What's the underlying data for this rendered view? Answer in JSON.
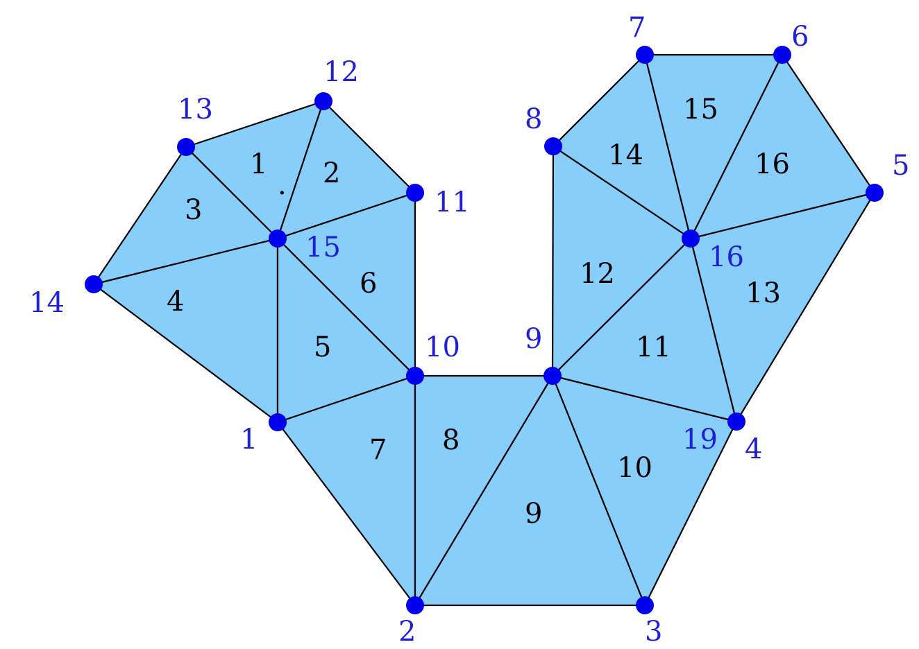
{
  "colors": {
    "element_fill": "#87cefa",
    "edge": "#000000",
    "node": "#0000ee",
    "node_label": "#1f1fd8",
    "element_label": "#000000"
  },
  "nodes": [
    {
      "id": "1",
      "label": "1"
    },
    {
      "id": "2",
      "label": "2"
    },
    {
      "id": "3",
      "label": "3"
    },
    {
      "id": "4",
      "label": "4"
    },
    {
      "id": "5",
      "label": "5"
    },
    {
      "id": "6",
      "label": "6"
    },
    {
      "id": "7",
      "label": "7"
    },
    {
      "id": "8",
      "label": "8"
    },
    {
      "id": "9",
      "label": "9"
    },
    {
      "id": "10",
      "label": "10"
    },
    {
      "id": "11",
      "label": "11"
    },
    {
      "id": "12",
      "label": "12"
    },
    {
      "id": "13",
      "label": "13"
    },
    {
      "id": "14",
      "label": "14"
    },
    {
      "id": "15",
      "label": "15"
    },
    {
      "id": "16",
      "label": "16"
    },
    {
      "id": "19",
      "label": "19"
    }
  ],
  "elements": [
    {
      "label": "1",
      "nodes": [
        "13",
        "12",
        "15"
      ]
    },
    {
      "label": "2",
      "nodes": [
        "12",
        "11",
        "15"
      ]
    },
    {
      "label": "3",
      "nodes": [
        "14",
        "13",
        "15"
      ]
    },
    {
      "label": "4",
      "nodes": [
        "14",
        "15",
        "1"
      ]
    },
    {
      "label": "5",
      "nodes": [
        "1",
        "15",
        "10"
      ]
    },
    {
      "label": "6",
      "nodes": [
        "15",
        "11",
        "10"
      ]
    },
    {
      "label": "7",
      "nodes": [
        "1",
        "10",
        "2"
      ]
    },
    {
      "label": "8",
      "nodes": [
        "2",
        "10",
        "9"
      ]
    },
    {
      "label": "9",
      "nodes": [
        "2",
        "9",
        "3"
      ]
    },
    {
      "label": "10",
      "nodes": [
        "3",
        "9",
        "4"
      ]
    },
    {
      "label": "11",
      "nodes": [
        "9",
        "16",
        "4"
      ]
    },
    {
      "label": "12",
      "nodes": [
        "8",
        "16",
        "9"
      ]
    },
    {
      "label": "13",
      "nodes": [
        "4",
        "16",
        "5"
      ]
    },
    {
      "label": "14",
      "nodes": [
        "8",
        "7",
        "16"
      ]
    },
    {
      "label": "15",
      "nodes": [
        "7",
        "6",
        "16"
      ]
    },
    {
      "label": "16",
      "nodes": [
        "6",
        "5",
        "16"
      ]
    }
  ]
}
